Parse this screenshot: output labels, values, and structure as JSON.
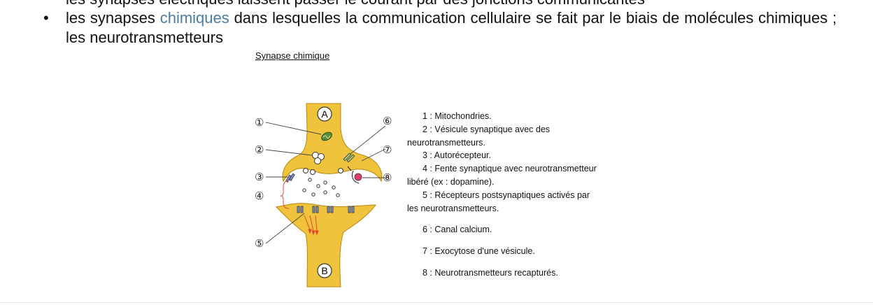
{
  "document": {
    "cut_line": "les synapses électriques laissent passer le courant par des jonctions communicantes",
    "bullet": "•",
    "para_before": "les synapses ",
    "para_keyword": "chimiques",
    "para_after": " dans lesquelles la communication cellulaire se fait par le biais de molécules chimiques ; les neurotransmetteurs",
    "colors": {
      "keyword": "#4a7da6",
      "neuron_fill": "#f0c33c",
      "neuron_stroke": "#b8860b",
      "receptor": "#7b8fd0",
      "released": "#e23d6a"
    }
  },
  "figure": {
    "caption": "Synapse chimique",
    "neuron_a": "A",
    "neuron_b": "B",
    "markers": [
      "①",
      "②",
      "③",
      "④",
      "⑤",
      "⑥",
      "⑦",
      "⑧"
    ]
  },
  "legend": {
    "l1": "1 : Mitochondries.",
    "l2a": "2 : Vésicule synaptique avec des",
    "l2b": "neurotransmetteurs.",
    "l3": "3 : Autorécepteur.",
    "l4a": "4 : Fente synaptique avec neurotransmetteur",
    "l4b": "libéré (ex : dopamine).",
    "l5a": "5 : Récepteurs postsynaptiques activés par",
    "l5b": "les neurotransmetteurs.",
    "l6": "6 : Canal calcium.",
    "l7": "7 : Exocytose d'une vésicule.",
    "l8": "8 : Neurotransmetteurs recapturés."
  }
}
